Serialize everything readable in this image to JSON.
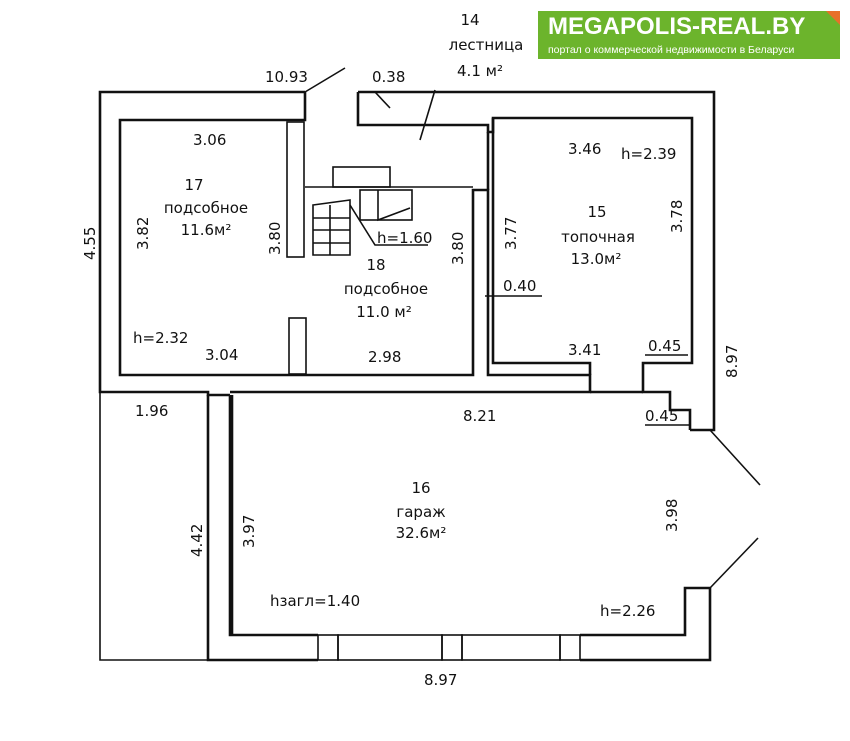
{
  "logo": {
    "title": "MEGAPOLIS-REAL.BY",
    "subtitle": "портал о коммерческой недвижимости в Беларуси",
    "color": "#6cb42c"
  },
  "rooms": [
    {
      "number": "14",
      "name": "лестница",
      "area": "4.1 м²"
    },
    {
      "number": "15",
      "name": "топочная",
      "area": "13.0м²"
    },
    {
      "number": "16",
      "name": "гараж",
      "area": "32.6м²"
    },
    {
      "number": "17",
      "name": "подсобное",
      "area": "11.6м²"
    },
    {
      "number": "18",
      "name": "подсобное",
      "area": "11.0 м²"
    }
  ],
  "dimensions": {
    "top_left": "10.93",
    "stair_landing": "0.38",
    "room17_top": "3.06",
    "left_outer": "4.55",
    "room17_side": "3.82",
    "partition_1": "3.80",
    "stair_h": "h=1.60",
    "partition_2": "3.80",
    "room17_h": "h=2.32",
    "room17_bottom": "3.04",
    "room18_bottom": "2.98",
    "room15_top": "3.46",
    "room15_h": "h=2.39",
    "room15_left": "3.77",
    "room15_right": "3.78",
    "wall_thickness": "0.40",
    "room15_bottom": "3.41",
    "niche_1": "0.45",
    "niche_2": "0.45",
    "right_outer": "8.97",
    "annex_top": "1.96",
    "annex_side": "4.42",
    "garage_top": "8.21",
    "garage_left": "3.97",
    "garage_right": "3.98",
    "garage_h_total": "hзагл=1.40",
    "garage_h": "h=2.26",
    "bottom_outer": "8.97"
  }
}
